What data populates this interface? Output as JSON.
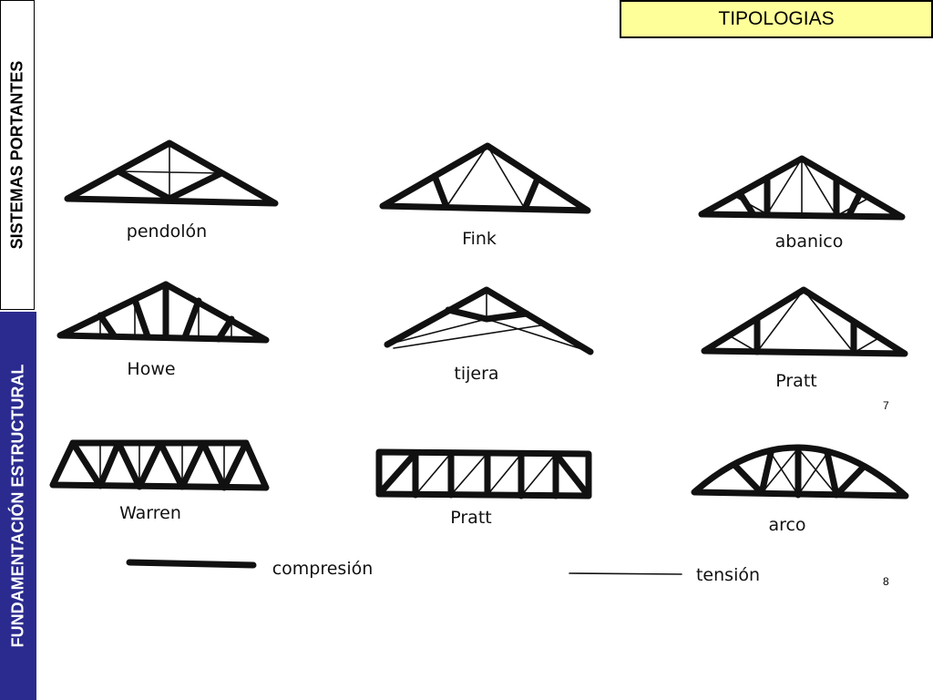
{
  "title": "TIPOLOGIAS",
  "side": {
    "top_label": "SISTEMAS PORTANTES",
    "bottom_label": "FUNDAMENTACIÓN ESTRUCTURAL"
  },
  "page_numbers": [
    "7",
    "8"
  ],
  "trusses": [
    {
      "name": "pendolón"
    },
    {
      "name": "Fink"
    },
    {
      "name": "abanico"
    },
    {
      "name": "Howe"
    },
    {
      "name": "tijera"
    },
    {
      "name": "Pratt"
    },
    {
      "name": "Warren"
    },
    {
      "name": "Pratt"
    },
    {
      "name": "arco"
    }
  ],
  "legend": {
    "compression": "compresión",
    "tension": "tensión"
  },
  "colors": {
    "title_bg": "#ffff99",
    "side_bottom_bg": "#2b2b8f",
    "ink": "#111111"
  }
}
